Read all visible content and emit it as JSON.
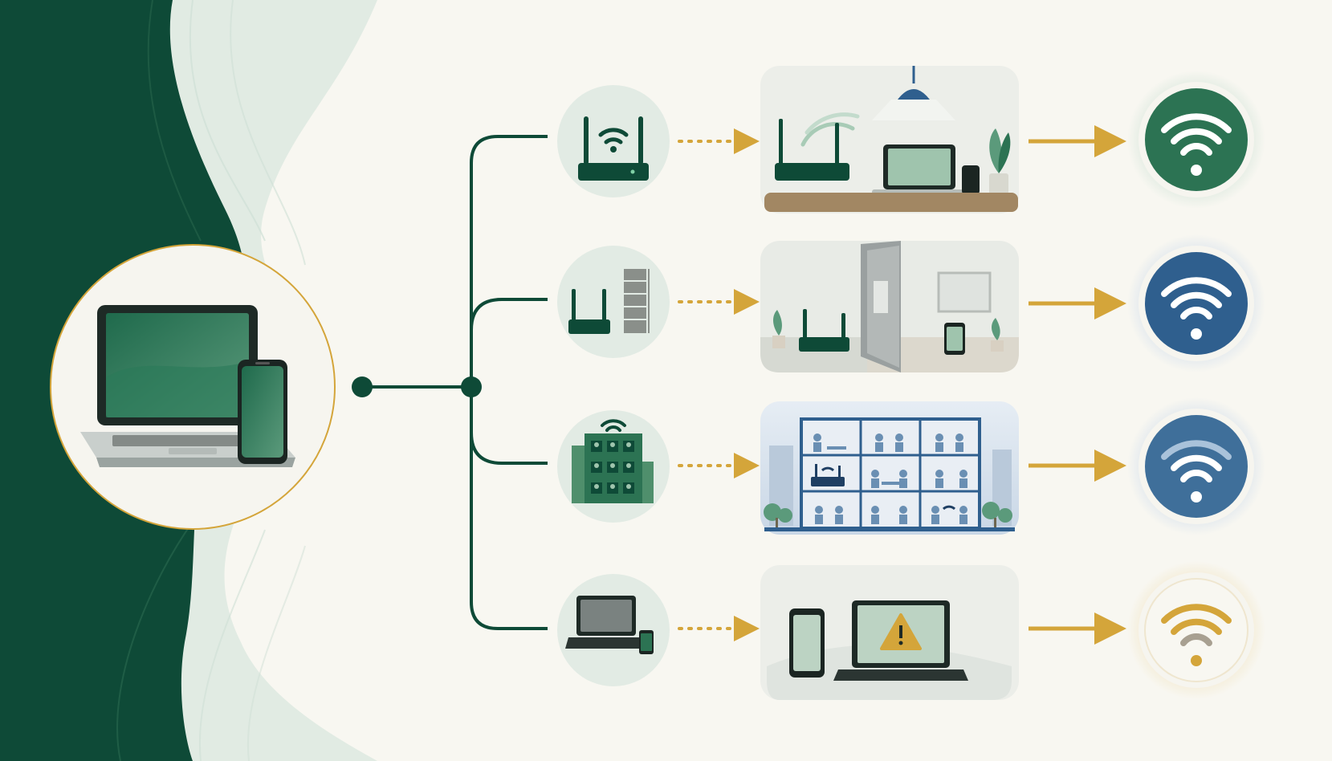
{
  "colors": {
    "background": "#f8f7f1",
    "dark_green": "#0e4a37",
    "mid_green": "#2c7353",
    "pale_green": "#e2ebe4",
    "blue": "#2f5f8e",
    "steel_blue": "#3f6f9a",
    "gold": "#d4a53a",
    "panel": "#eceee9"
  },
  "source_device": {
    "icons": [
      "laptop-icon",
      "smartphone-icon"
    ]
  },
  "branches": [
    {
      "id": "close-router",
      "scenario_icon": "router-icon",
      "scene": "router-near-laptop-scene",
      "signal_icon": "wifi-strong-icon",
      "signal_color": "#2c7353",
      "signal_level": 1.0
    },
    {
      "id": "wall-obstruction",
      "scenario_icon": "router-wall-icon",
      "scene": "router-behind-wall-scene",
      "signal_icon": "wifi-good-icon",
      "signal_color": "#2f5f8e",
      "signal_level": 0.85
    },
    {
      "id": "crowded-building",
      "scenario_icon": "apartment-building-icon",
      "scene": "busy-office-building-scene",
      "signal_icon": "wifi-fair-icon",
      "signal_color": "#3f6f9a",
      "signal_level": 0.6
    },
    {
      "id": "device-issue",
      "scenario_icon": "laptop-phone-icon",
      "scene": "device-warning-scene",
      "signal_icon": "wifi-weak-icon",
      "signal_color": "#d4a53a",
      "signal_level": 0.3
    }
  ]
}
